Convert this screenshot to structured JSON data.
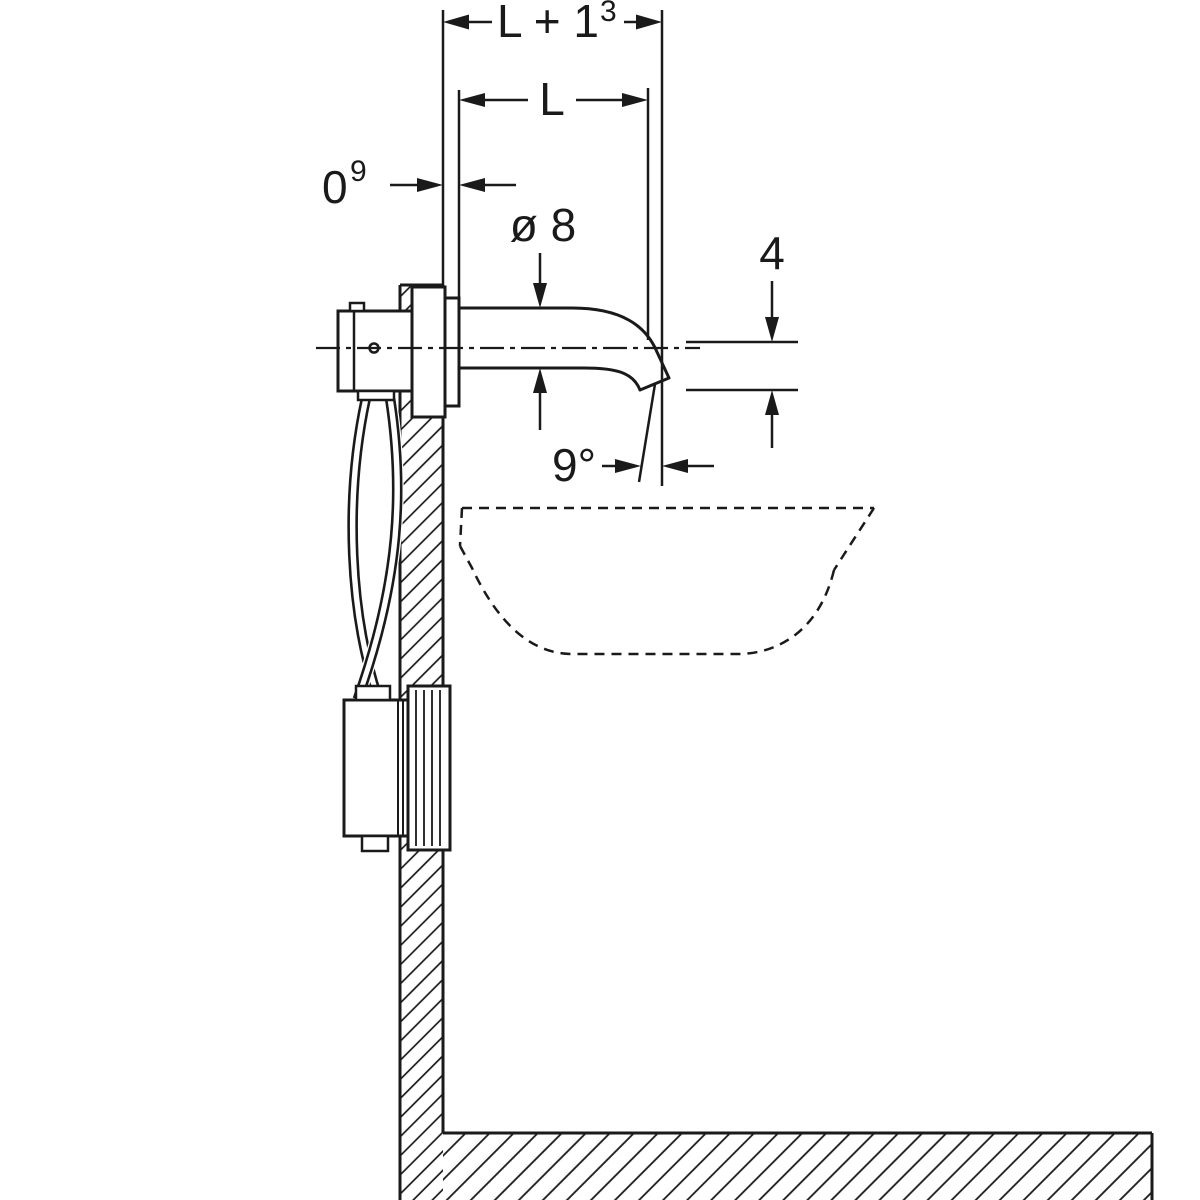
{
  "labels": {
    "length_plus": {
      "main": "L + 1",
      "sup": "3"
    },
    "length": "L",
    "wall_offset": {
      "main": "0",
      "sup": "9"
    },
    "spout_diameter": "ø 8",
    "outlet_drop": "4",
    "outlet_angle": "9°"
  },
  "colors": {
    "ink": "#1a1a1a",
    "background": "#ffffff"
  }
}
